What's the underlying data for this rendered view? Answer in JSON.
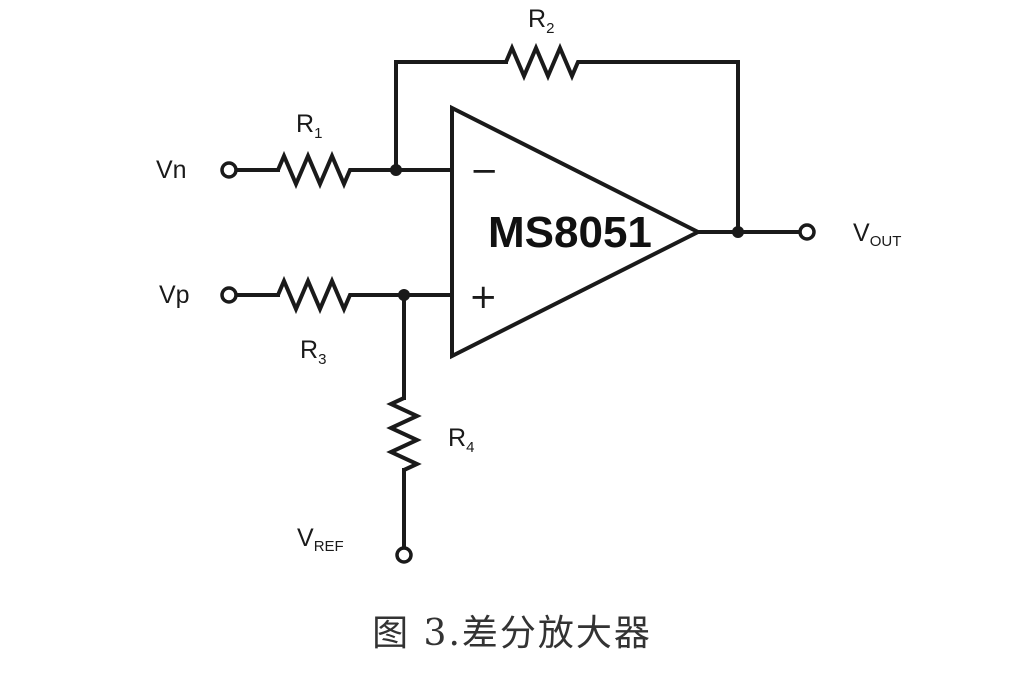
{
  "caption": "图 3.差分放大器",
  "opamp": {
    "part": "MS8051",
    "inverting_sign": "−",
    "noninverting_sign": "+"
  },
  "resistors": [
    {
      "id": "r1",
      "letter": "R",
      "sub": "1"
    },
    {
      "id": "r2",
      "letter": "R",
      "sub": "2"
    },
    {
      "id": "r3",
      "letter": "R",
      "sub": "3"
    },
    {
      "id": "r4",
      "letter": "R",
      "sub": "4"
    }
  ],
  "terminals": {
    "vn": {
      "text": "Vn"
    },
    "vp": {
      "text": "Vp"
    },
    "vout": {
      "main": "V",
      "sub": "OUT"
    },
    "vref": {
      "main": "V",
      "sub": "REF"
    }
  }
}
